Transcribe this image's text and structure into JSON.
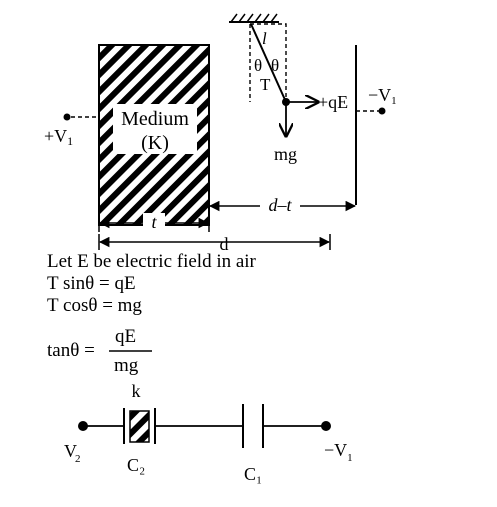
{
  "figure": {
    "medium_label": "Medium",
    "k_label": "(K)",
    "left_potential": "+V",
    "left_potential_sub": "1",
    "right_potential": "−V",
    "right_potential_sub": "1",
    "length_label": "l",
    "theta_label": "θ",
    "tension_label": "T",
    "force_label": "+qE",
    "weight_label": "mg",
    "t_label": "t",
    "d_minus_t_label": "d–t",
    "d_label": "d"
  },
  "text": {
    "line1": "Let E be electric field in air",
    "line2": "T sinθ = qE",
    "line3": "T cosθ = mg",
    "tan_lhs": "tanθ =",
    "tan_num": "qE",
    "tan_den": "mg"
  },
  "circuit": {
    "k_label": "k",
    "v2_label": "V",
    "v2_sub": "2",
    "c2_label": "C₂",
    "c1_label": "C₁",
    "neg_v_label": "−V",
    "neg_v_sub": "1"
  }
}
